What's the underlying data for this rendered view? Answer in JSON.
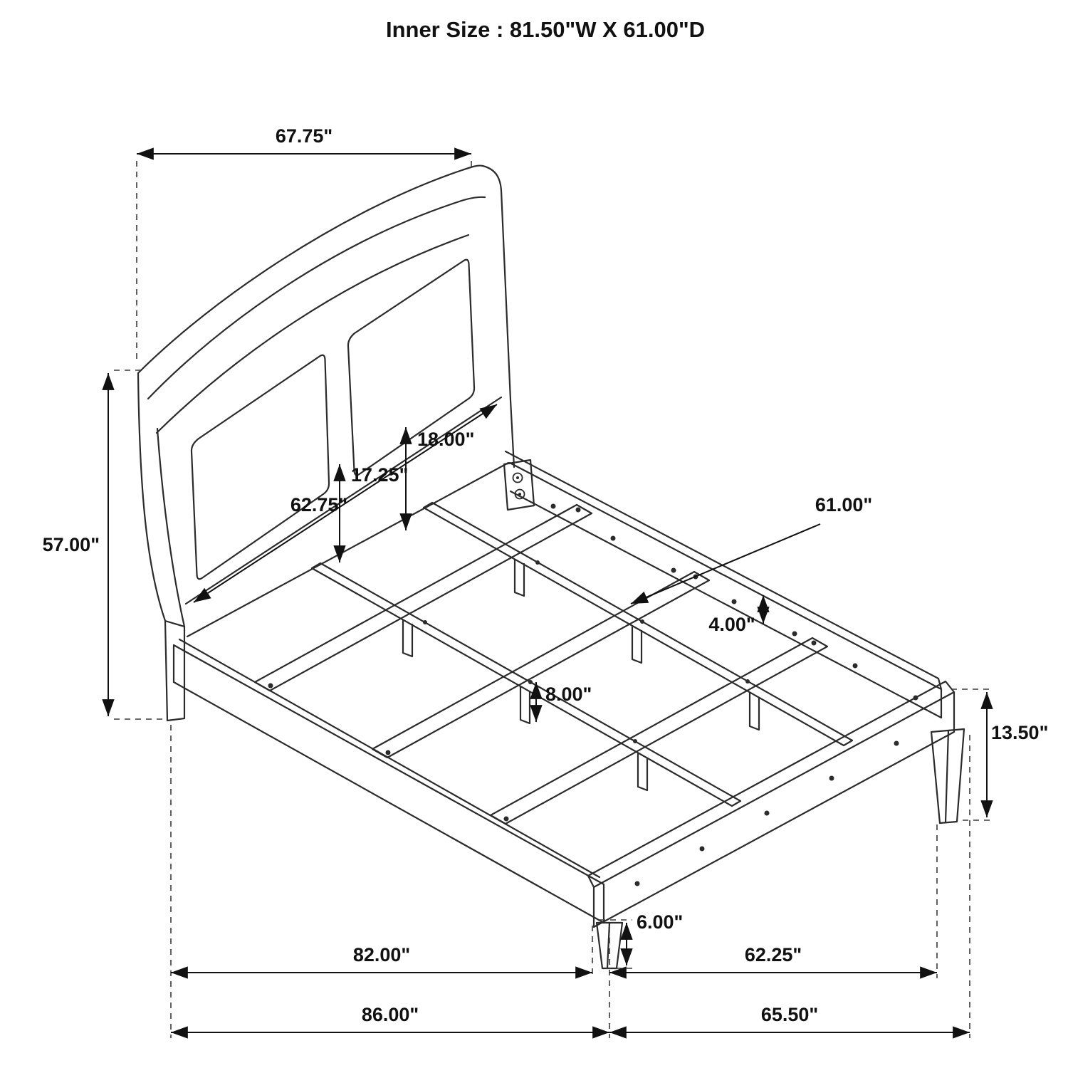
{
  "title": "Inner Size : 81.50\"W X 61.00\"D",
  "dims": {
    "headboard_width": "67.75\"",
    "headboard_height": "57.00\"",
    "panel_height": "18.00\"",
    "lower_panel_height": "17.25\"",
    "headboard_inner_width": "62.75\"",
    "slat_length": "61.00\"",
    "rail_height": "4.00\"",
    "center_leg_height": "8.00\"",
    "foot_leg_height": "13.50\"",
    "near_leg_height": "6.00\"",
    "rail_length": "82.00\"",
    "foot_inner_width": "62.25\"",
    "overall_length": "86.00\"",
    "overall_width": "65.50\""
  },
  "colors": {
    "line": "#2b2b2b",
    "dimension": "#111111",
    "background": "#ffffff"
  }
}
